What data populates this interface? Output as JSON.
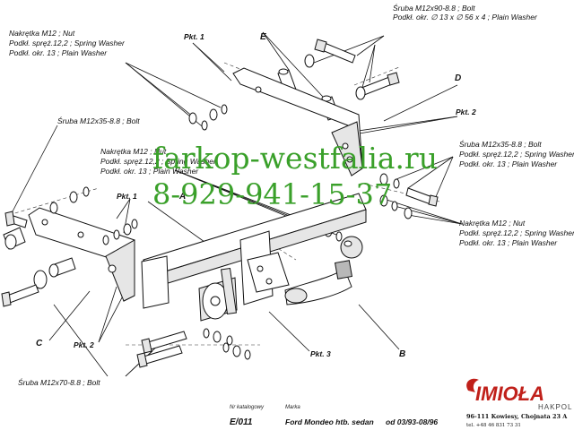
{
  "labels": {
    "bolt_top": "Śruba M12x90-8.8 ;  Bolt",
    "washer_top": "Podkł. okr. ∅ 13 x ∅ 56 x 4 ; Plain Washer",
    "nut_left_1": "Nakrętka  M12 ; Nut",
    "nut_left_2": "Podkł. spręż.12,2 ; Spring Washer",
    "nut_left_3": "Podkł. okr. 13 ; Plain Washer",
    "bolt_left": "Śruba M12x35-8.8 ;  Bolt",
    "nut_mid_1": "Nakrętka  M12 ; Nut",
    "nut_mid_2": "Podkł. spręż.12,2 ; Spring Washer",
    "nut_mid_3": "Podkł. okr. 13 ; Plain Washer",
    "bolt_right_1": "Śruba M12x35-8.8 ;  Bolt",
    "bolt_right_2": "Podkł. spręż.12,2 ; Spring Washer",
    "bolt_right_3": "Podkł. okr. 13 ; Plain Washer",
    "nut_right_1": "Nakrętka  M12 ; Nut",
    "nut_right_2": "Podkł. spręż.12,2 ; Spring Washer",
    "nut_right_3": "Podkł. okr. 13 ; Plain Washer",
    "bolt_bottom": "Śruba M12x70-8.8 ;  Bolt"
  },
  "pkts": {
    "pkt1_top": "Pkt. 1",
    "pkt1_left": "Pkt. 1",
    "pkt2_right": "Pkt. 2",
    "pkt2_left": "Pkt. 2",
    "pkt3": "Pkt. 3"
  },
  "letters": {
    "A": "A",
    "B": "B",
    "C": "C",
    "D": "D",
    "E": "E"
  },
  "watermark": {
    "site": "farkop-westfalia.ru",
    "phone": "8-929-941-15-37"
  },
  "title_block": {
    "catalog_label": "Nr katalogowy",
    "brand_label": "Marka",
    "code": "E/011",
    "model": "Ford Mondeo htb. sedan",
    "date": "od 03/93-08/96"
  },
  "maker": {
    "logo": "IMIOŁA",
    "sub": "HAKPOL",
    "address": "96-111 Kowiesy, Chojnata 23 A",
    "phone": "tel. +48 46 831 73 31"
  },
  "colors": {
    "watermark": "#3aa02a",
    "logo": "#c0201a"
  }
}
